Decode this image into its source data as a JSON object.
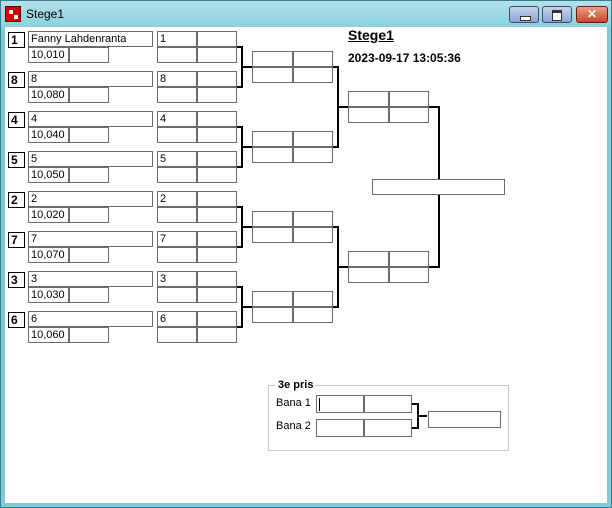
{
  "window": {
    "title": "Stege1"
  },
  "header": {
    "title": "Stege1",
    "timestamp": "2023-09-17 13:05:36"
  },
  "round1": [
    {
      "seed": "1",
      "name": "Fanny Lahdenranta",
      "time": "10,010",
      "next": "1"
    },
    {
      "seed": "8",
      "name": "8",
      "time": "10,080",
      "next": "8"
    },
    {
      "seed": "4",
      "name": "4",
      "time": "10,040",
      "next": "4"
    },
    {
      "seed": "5",
      "name": "5",
      "time": "10,050",
      "next": "5"
    },
    {
      "seed": "2",
      "name": "2",
      "time": "10,020",
      "next": "2"
    },
    {
      "seed": "7",
      "name": "7",
      "time": "10,070",
      "next": "7"
    },
    {
      "seed": "3",
      "name": "3",
      "time": "10,030",
      "next": "3"
    },
    {
      "seed": "6",
      "name": "6",
      "time": "10,060",
      "next": "6"
    }
  ],
  "third_place": {
    "title": "3e pris",
    "lane1_label": "Bana 1",
    "lane2_label": "Bana 2"
  }
}
